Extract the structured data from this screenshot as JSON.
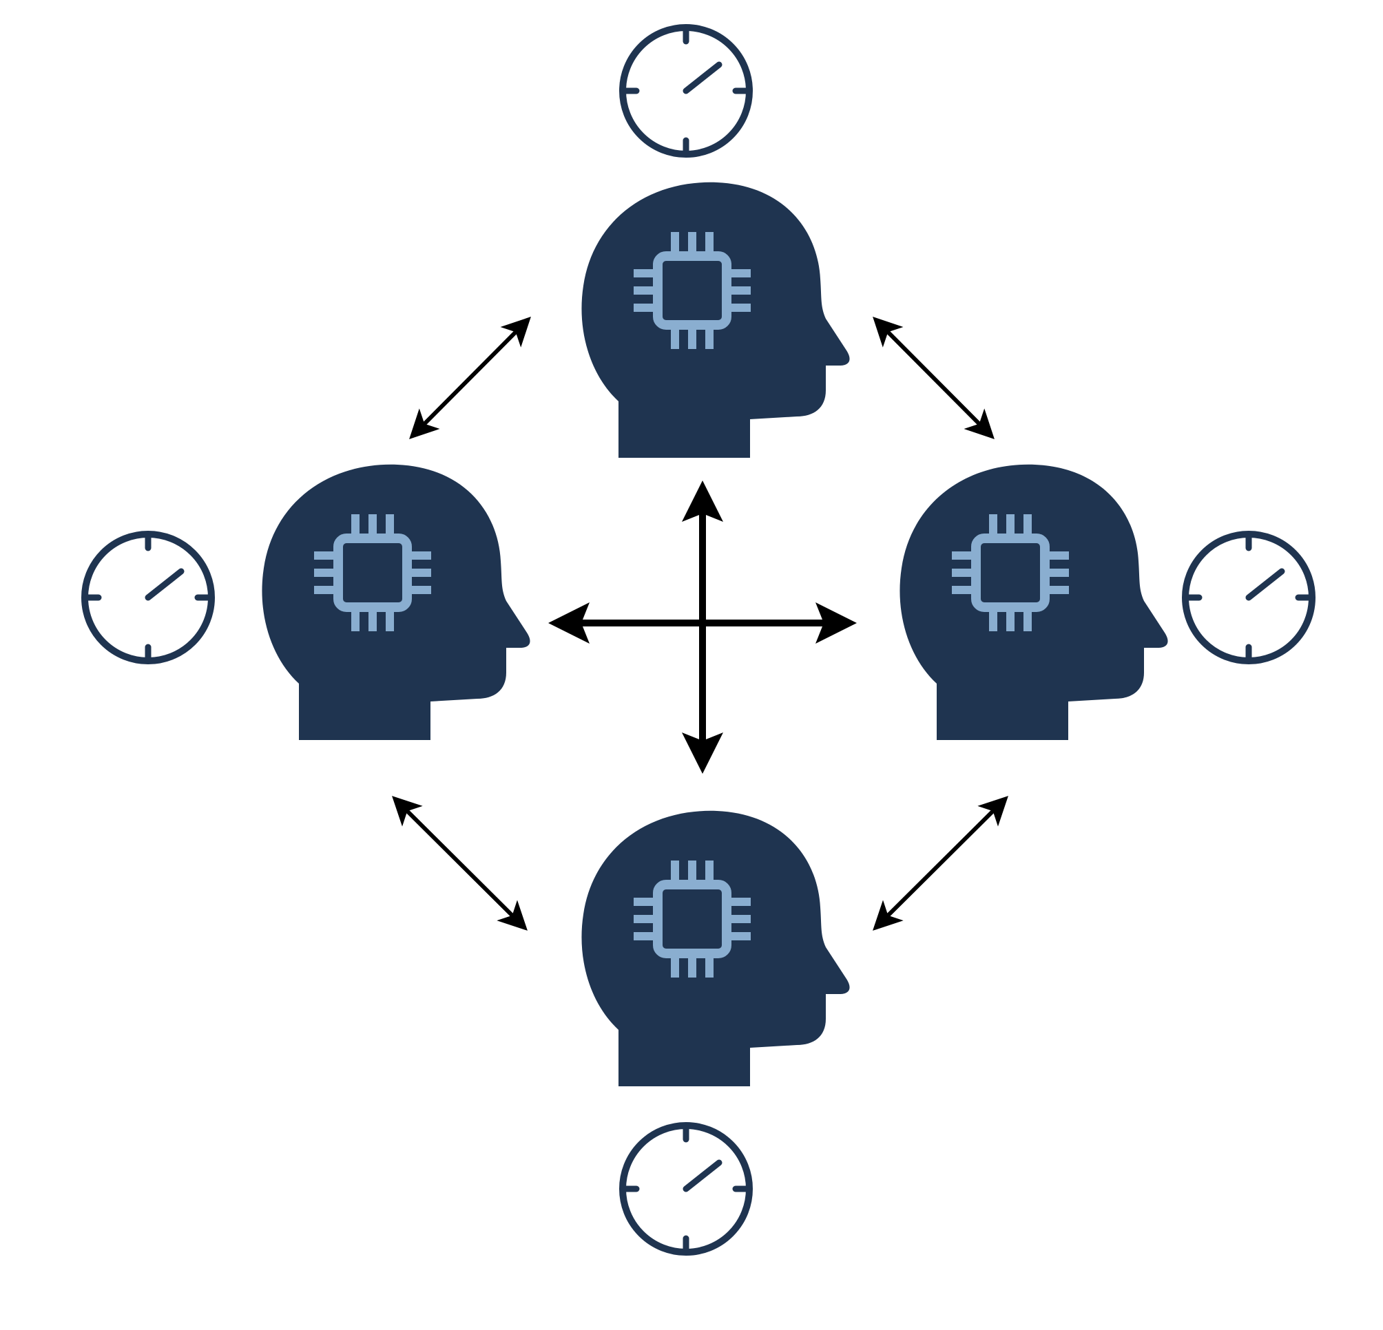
{
  "colors": {
    "head": "#1f3450",
    "chip": "#8aaed0",
    "gauge": "#1f3450",
    "arrow": "#000000",
    "background": "#ffffff"
  },
  "nodes": [
    {
      "id": "agent-top",
      "icon": "ai-head-chip-icon",
      "gauge": "gauge-icon"
    },
    {
      "id": "agent-left",
      "icon": "ai-head-chip-icon",
      "gauge": "gauge-icon"
    },
    {
      "id": "agent-right",
      "icon": "ai-head-chip-icon",
      "gauge": "gauge-icon"
    },
    {
      "id": "agent-bottom",
      "icon": "ai-head-chip-icon",
      "gauge": "gauge-icon"
    }
  ],
  "links": [
    {
      "from": "agent-left",
      "to": "agent-top",
      "style": "double-arrow"
    },
    {
      "from": "agent-top",
      "to": "agent-right",
      "style": "double-arrow"
    },
    {
      "from": "agent-left",
      "to": "agent-bottom",
      "style": "double-arrow"
    },
    {
      "from": "agent-bottom",
      "to": "agent-right",
      "style": "double-arrow"
    },
    {
      "from": "center",
      "to": "all",
      "style": "four-way-arrow"
    }
  ]
}
